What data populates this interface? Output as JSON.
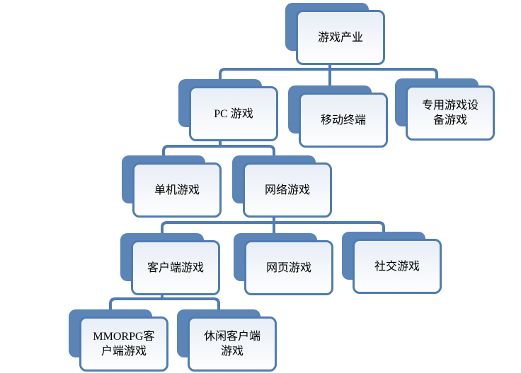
{
  "diagram_type": "hierarchy-org-chart",
  "colors": {
    "node_fill": "#5b84b7",
    "node_border": "#4f7cb1",
    "connector": "#4f7cb1",
    "background": "#ffffff",
    "text": "#000000"
  },
  "tree": {
    "label": "游戏产业",
    "children": [
      {
        "label": "PC 游戏",
        "children": [
          {
            "label": "单机游戏"
          },
          {
            "label": "网络游戏",
            "children": [
              {
                "label": "客户端游戏",
                "children": [
                  {
                    "label": "MMORPG客\n户端游戏"
                  },
                  {
                    "label": "休闲客户端\n游戏"
                  }
                ]
              },
              {
                "label": "网页游戏"
              },
              {
                "label": "社交游戏"
              }
            ]
          }
        ]
      },
      {
        "label": "移动终端"
      },
      {
        "label": "专用游戏设\n备游戏"
      }
    ]
  }
}
